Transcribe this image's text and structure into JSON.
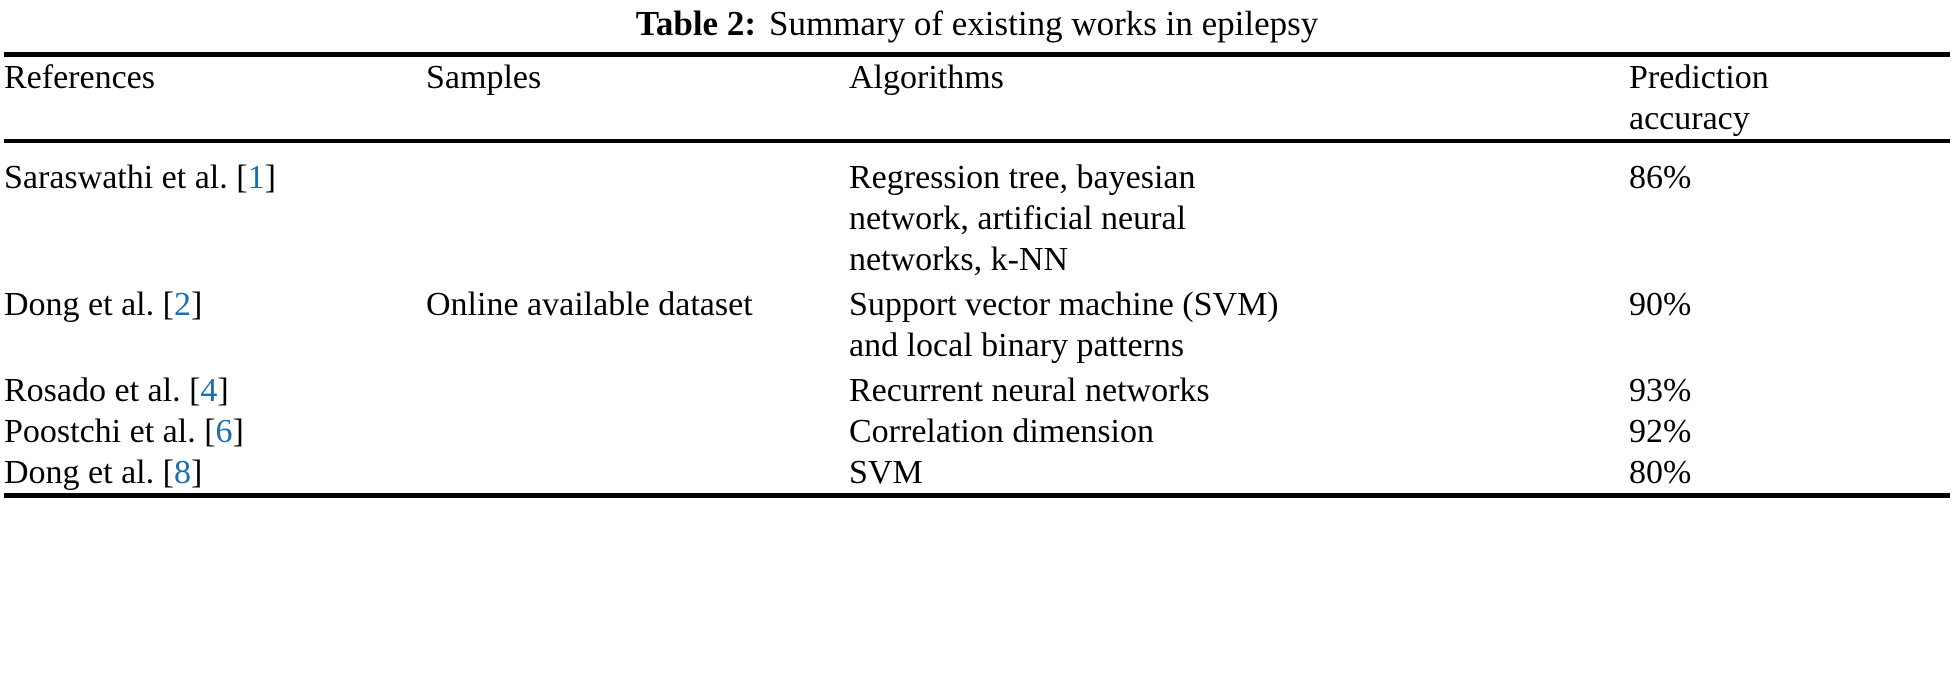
{
  "caption": {
    "label": "Table 2:",
    "text": "Summary of existing works in epilepsy"
  },
  "colors": {
    "citation_link": "#1a6fb5",
    "rule": "#000000",
    "text": "#000000",
    "background": "#ffffff"
  },
  "table": {
    "columns": [
      {
        "key": "references",
        "header": "References"
      },
      {
        "key": "samples",
        "header": "Samples"
      },
      {
        "key": "algorithms",
        "header": "Algorithms"
      },
      {
        "key": "accuracy",
        "header_line1": "Prediction",
        "header_line2": "accuracy"
      }
    ],
    "rows": [
      {
        "reference_name": "Saraswathi et al.",
        "citation": "1",
        "samples": "",
        "algorithms_lines": [
          "Regression tree, bayesian",
          "network, artificial neural",
          "networks, k-NN"
        ],
        "accuracy": "86%"
      },
      {
        "reference_name": "Dong et al.",
        "citation": "2",
        "samples": "Online available dataset",
        "algorithms_lines": [
          "Support vector machine (SVM)",
          "and local binary patterns"
        ],
        "accuracy": "90%"
      },
      {
        "reference_name": "Rosado et al.",
        "citation": "4",
        "samples": "",
        "algorithms_lines": [
          "Recurrent neural networks"
        ],
        "accuracy": "93%"
      },
      {
        "reference_name": "Poostchi et al.",
        "citation": "6",
        "samples": "",
        "algorithms_lines": [
          "Correlation dimension"
        ],
        "accuracy": "92%"
      },
      {
        "reference_name": "Dong et al.",
        "citation": "8",
        "samples": "",
        "algorithms_lines": [
          "SVM"
        ],
        "accuracy": "80%"
      }
    ]
  }
}
